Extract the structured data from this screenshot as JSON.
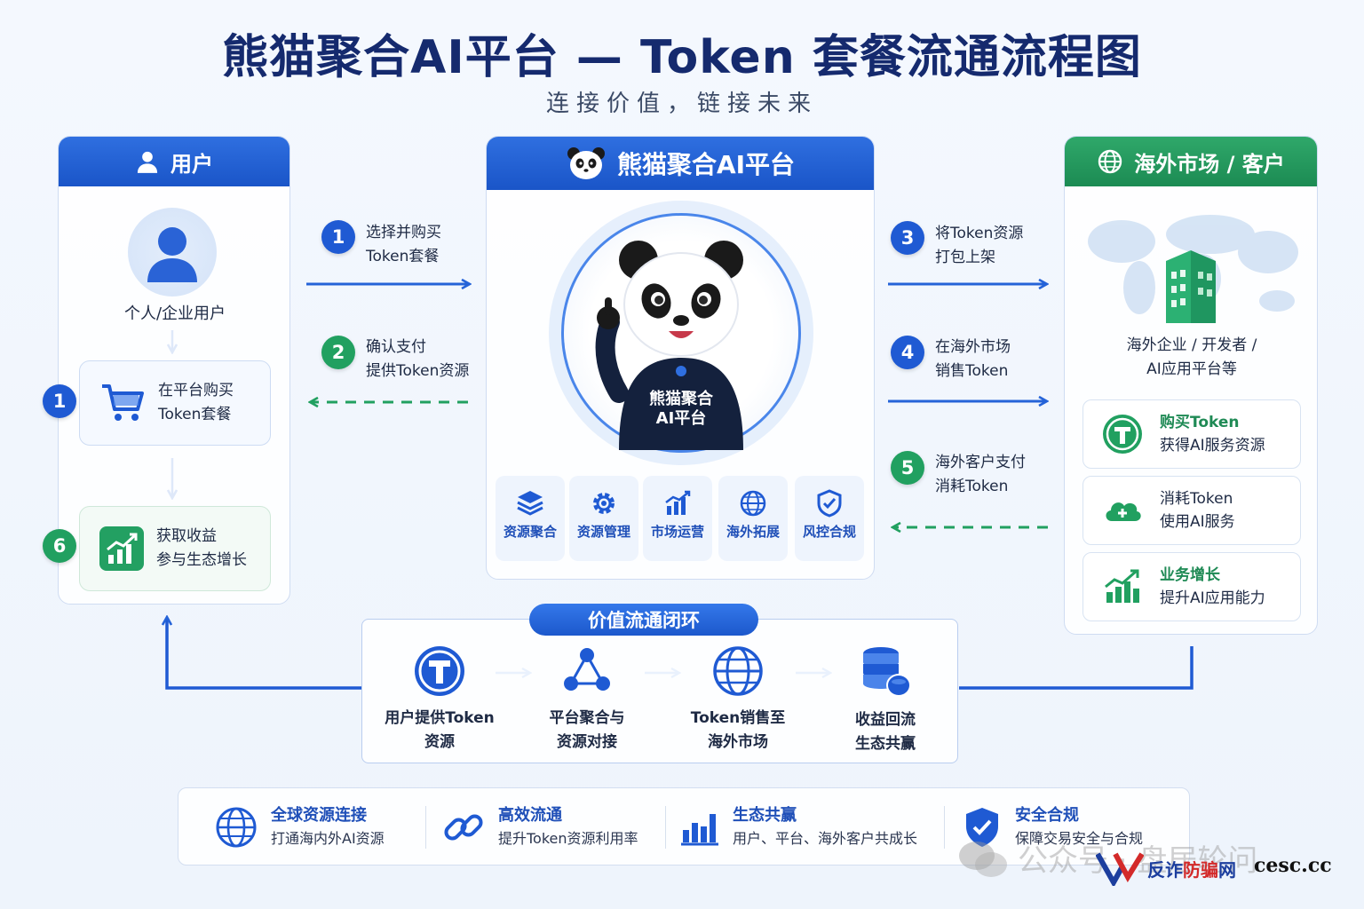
{
  "title": "熊猫聚合AI平台 — Token 套餐流通流程图",
  "subtitle": "连接价值，链接未来",
  "user_panel": {
    "header": "用户",
    "avatar_label": "个人/企业用户",
    "step1": {
      "badge": "1",
      "line1": "在平台购买",
      "line2": "Token套餐"
    },
    "step6": {
      "badge": "6",
      "line1": "获取收益",
      "line2": "参与生态增长"
    }
  },
  "flows": {
    "f1": {
      "badge": "1",
      "line1": "选择并购买",
      "line2": "Token套餐"
    },
    "f2": {
      "badge": "2",
      "line1": "确认支付",
      "line2": "提供Token资源"
    },
    "f3": {
      "badge": "3",
      "line1": "将Token资源",
      "line2": "打包上架"
    },
    "f4": {
      "badge": "4",
      "line1": "在海外市场",
      "line2": "销售Token"
    },
    "f5": {
      "badge": "5",
      "line1": "海外客户支付",
      "line2": "消耗Token"
    }
  },
  "platform_panel": {
    "header": "熊猫聚合AI平台",
    "hoodie_line1": "熊猫聚合",
    "hoodie_line2": "AI平台",
    "features": [
      "资源聚合",
      "资源管理",
      "市场运营",
      "海外拓展",
      "风控合规"
    ]
  },
  "market_panel": {
    "header": "海外市场 / 客户",
    "desc_line1": "海外企业 / 开发者 /",
    "desc_line2": "AI应用平台等",
    "cards": [
      {
        "t1": "购买Token",
        "t2": "获得AI服务资源"
      },
      {
        "t1": "消耗Token",
        "t2": "使用AI服务"
      },
      {
        "t1": "业务增长",
        "t2": "提升AI应用能力"
      }
    ]
  },
  "loop": {
    "title": "价值流通闭环",
    "items": [
      {
        "line1": "用户提供Token",
        "line2": "资源"
      },
      {
        "line1": "平台聚合与",
        "line2": "资源对接"
      },
      {
        "line1": "Token销售至",
        "line2": "海外市场"
      },
      {
        "line1": "收益回流",
        "line2": "生态共赢"
      }
    ]
  },
  "bottom": [
    {
      "t1": "全球资源连接",
      "t2": "打通海内外AI资源"
    },
    {
      "t1": "高效流通",
      "t2": "提升Token资源利用率"
    },
    {
      "t1": "生态共赢",
      "t2": "用户、平台、海外客户共成长"
    },
    {
      "t1": "安全合规",
      "t2": "保障交易安全与合规"
    }
  ],
  "watermark": {
    "text": "公众号 · 盘居轮问",
    "brand1": "反诈",
    "brand2": "防骗",
    "brand3": "网",
    "brand4": "cesc.cc"
  },
  "colors": {
    "blue": "#1f5ad3",
    "green": "#21a060",
    "navy": "#152a6e"
  }
}
